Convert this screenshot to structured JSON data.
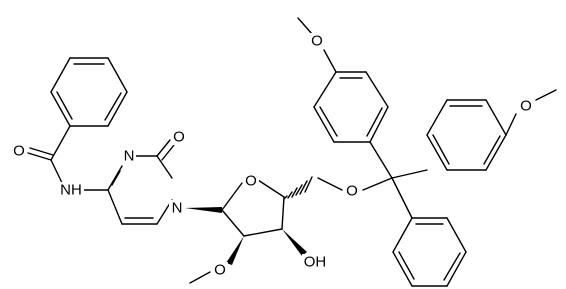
{
  "atoms": {
    "o_methoxy_top": "O",
    "o_methoxy_right": "O",
    "o_ring_sugar": "O",
    "o_ether": "O",
    "o_amide": "O",
    "n_amide": "NH",
    "n_pyrimidine_3": "N",
    "o_carbonyl_2": "O",
    "n_pyrimidine_1": "N",
    "o_methoxy_2prime": "O",
    "oh_3prime": "OH"
  },
  "colors": {
    "bond": "#000000",
    "label": "#000000",
    "background": "#ffffff"
  }
}
